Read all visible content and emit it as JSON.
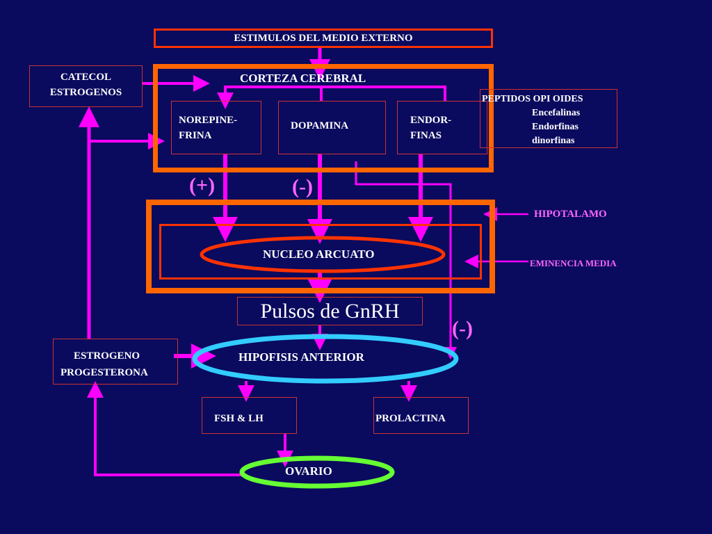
{
  "colors": {
    "background": "#0a0a5e",
    "orange": "#ff6600",
    "arrow": "#ff00ff",
    "text": "#ffffff",
    "pink_text": "#ff66ff",
    "thin_box": "#cc3333",
    "cyan": "#33ccff",
    "green": "#66ff33",
    "red_ellipse": "#ff3300"
  },
  "nodes": {
    "estimulos": "ESTIMULOS  DEL MEDIO  EXTERNO",
    "catecol_line1": "CATECOL",
    "catecol_line2": "ESTROGENOS",
    "corteza": "CORTEZA CEREBRAL",
    "norepine_line1": "NOREPINE-",
    "norepine_line2": "FRINA",
    "dopamina": "DOPAMINA",
    "endor_line1": "ENDOR-",
    "endor_line2": "FINAS",
    "peptidos_title": "PEPTIDOS OPI OIDES",
    "peptidos_items": [
      "Encefalinas",
      "Endorfinas",
      "dinorfinas"
    ],
    "hipotalamo": "HIPOTALAMO",
    "nucleo": "NUCLEO ARCUATO",
    "eminencia": "EMINENCIA MEDIA",
    "pulsos": "Pulsos de GnRH",
    "hipofisis": "HIPOFISIS ANTERIOR",
    "estrogeno_line1": "ESTROGENO",
    "estrogeno_line2": "PROGESTERONA",
    "fsh": "FSH & LH",
    "prolactina": "PROLACTINA",
    "ovario": "OVARIO"
  },
  "signs": {
    "plus": "(+)",
    "minus_dopamina": "(-)",
    "minus_endorfinas": "(-)"
  }
}
